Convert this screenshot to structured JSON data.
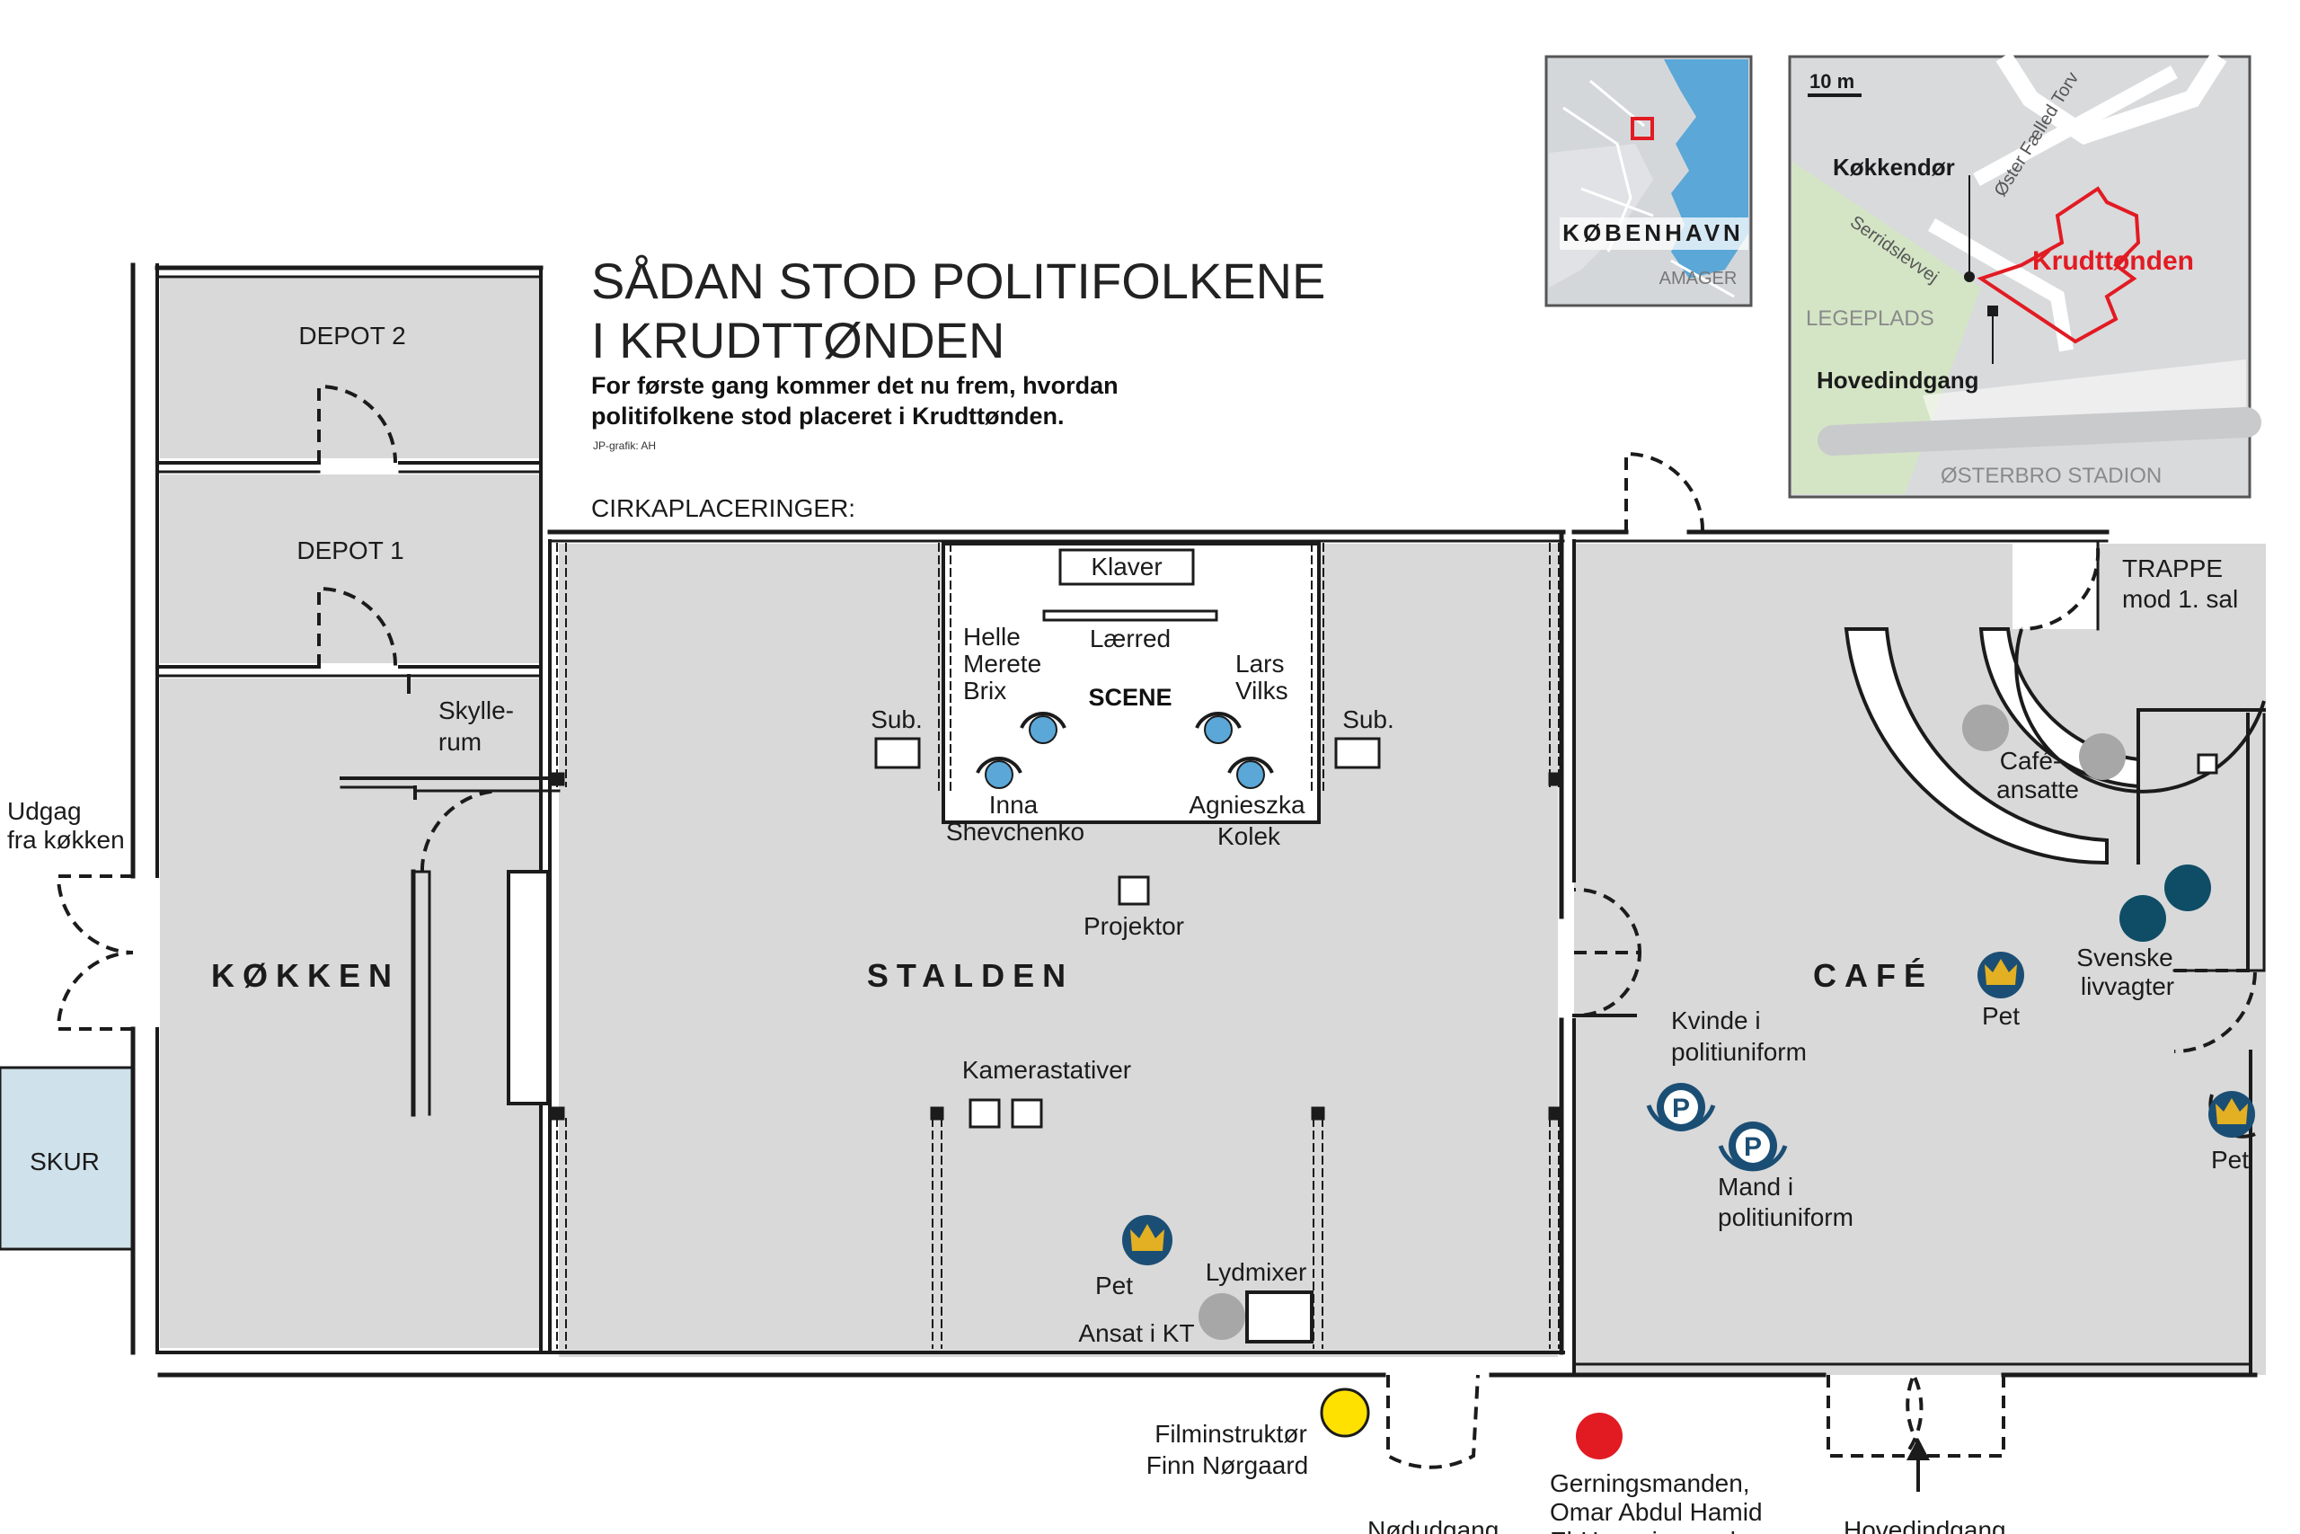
{
  "title": {
    "line1": "SÅDAN STOD POLITIFOLKENE",
    "line2": "I KRUDTTØNDEN",
    "subtitle1": "For første gang kommer det nu frem, hvordan",
    "subtitle2": "politifolkene stod placeret i Krudttønden.",
    "credit": "JP-grafik: AH",
    "note": "CIRKAPLACERINGER:"
  },
  "rooms": {
    "depot2": "DEPOT 2",
    "depot1": "DEPOT 1",
    "skyllerum1": "Skylle-",
    "skyllerum2": "rum",
    "kokken": "KØKKEN",
    "stalden": "STALDEN",
    "cafe": "CAFÉ",
    "skur": "SKUR",
    "scene": "SCENE"
  },
  "labels": {
    "udgang1": "Udgag",
    "udgang2": "fra køkken",
    "klaver": "Klaver",
    "laerred": "Lærred",
    "sub_left": "Sub.",
    "sub_right": "Sub.",
    "projektor": "Projektor",
    "kamerastativer": "Kamerastativer",
    "lydmixer": "Lydmixer",
    "trappe1": "TRAPPE",
    "trappe2": "mod 1. sal",
    "nodudgang": "Nødudgang",
    "hovedindgang": "Hovedindgang"
  },
  "people": {
    "helle1": "Helle",
    "helle2": "Merete",
    "helle3": "Brix",
    "lars1": "Lars",
    "lars2": "Vilks",
    "inna1": "Inna",
    "inna2": "Shevchenko",
    "agnieszka1": "Agnieszka",
    "agnieszka2": "Kolek",
    "pet_stalden": "Pet",
    "ansat_kt": "Ansat i KT",
    "cafe_ansatte1": "Café-",
    "cafe_ansatte2": "ansatte",
    "svenske1": "Svenske",
    "svenske2": "livvagter",
    "pet_cafe": "Pet",
    "pet_right": "Pet",
    "kvinde1": "Kvinde i",
    "kvinde2": "politiuniform",
    "mand1": "Mand i",
    "mand2": "politiuniform",
    "film1": "Filminstruktør",
    "film2": "Finn Nørgaard",
    "gerning1": "Gerningsmanden,",
    "gerning2": "Omar Abdul Hamid",
    "gerning3": "El-Hussein, mødes"
  },
  "police_symbol": "P",
  "map_small": {
    "city": "KØBENHAVN",
    "district": "AMAGER"
  },
  "map_large": {
    "scale": "10 m",
    "kokkendor": "Køkkendør",
    "hovedindgang": "Hovedindgang",
    "krudttonden": "Krudttønden",
    "street1": "Øster Fælled Torv",
    "street2": "Serridslevvej",
    "legeplads": "LEGEPLADS",
    "stadion": "ØSTERBRO STADION"
  },
  "colors": {
    "floor": "#d9d9d9",
    "wall": "#1b1b1b",
    "skur": "#cfe1ea",
    "blue_marker": "#5aa7d8",
    "bodyguard": "#0f4d66",
    "police_dark": "#1b4e74",
    "gray_person": "#a7a7a7",
    "filmmaker": "#ffe100",
    "perpetrator": "#e21b23",
    "map_green": "#d4e5c6",
    "map_red": "#e21b23"
  }
}
